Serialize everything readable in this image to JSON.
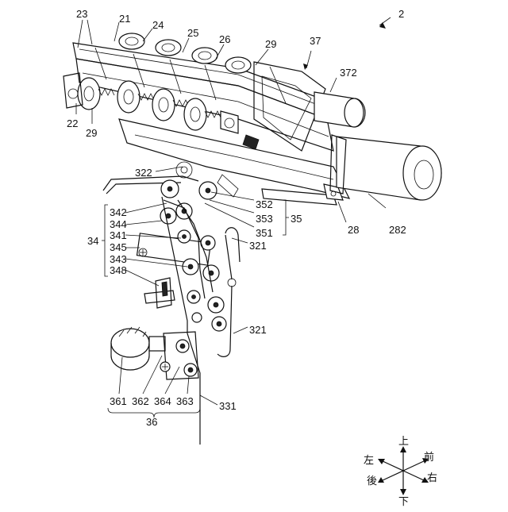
{
  "figure": {
    "number": "2",
    "labels": {
      "l23": "23",
      "l21": "21",
      "l24": "24",
      "l25": "25",
      "l26": "26",
      "l29a": "29",
      "l37": "37",
      "l372": "372",
      "l22": "22",
      "l29b": "29",
      "l322": "322",
      "l352": "352",
      "l353": "353",
      "l351": "351",
      "l35": "35",
      "l28": "28",
      "l282": "282",
      "l342": "342",
      "l344": "344",
      "l341": "341",
      "l345": "345",
      "l343": "343",
      "l348": "348",
      "l34": "34",
      "l321a": "321",
      "l321b": "321",
      "l361": "361",
      "l362": "362",
      "l364": "364",
      "l363": "363",
      "l36": "36",
      "l331": "331"
    },
    "directions": {
      "up": "上",
      "down": "下",
      "left": "左",
      "right": "右",
      "front": "前",
      "back": "後"
    }
  }
}
